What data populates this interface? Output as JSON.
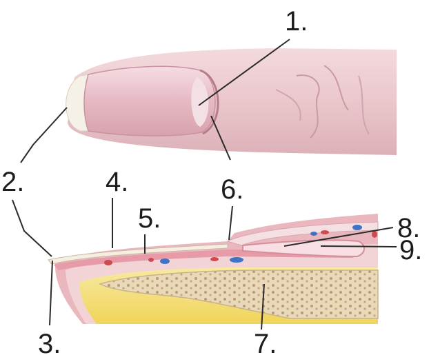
{
  "figure": {
    "labels": [
      {
        "id": "1",
        "text": "1."
      },
      {
        "id": "2",
        "text": "2."
      },
      {
        "id": "3",
        "text": "3."
      },
      {
        "id": "4",
        "text": "4."
      },
      {
        "id": "5",
        "text": "5."
      },
      {
        "id": "6",
        "text": "6."
      },
      {
        "id": "7",
        "text": "7."
      },
      {
        "id": "8",
        "text": "8."
      },
      {
        "id": "9",
        "text": "9."
      }
    ]
  }
}
